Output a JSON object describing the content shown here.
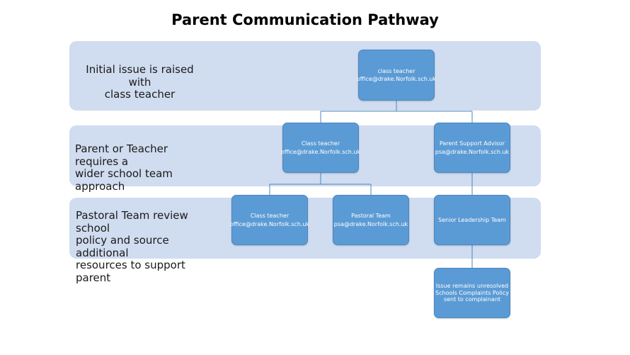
{
  "title": "Parent Communication Pathway",
  "bands": [
    {
      "lines": [
        "Initial issue is raised with",
        "class teacher"
      ]
    },
    {
      "lines": [
        "Parent or Teacher requires a",
        "wider school team approach"
      ]
    },
    {
      "lines": [
        "Pastoral Team review school",
        "policy and source additional",
        "resources to support parent"
      ]
    }
  ],
  "nodes": [
    {
      "lines": [
        "class teacher",
        "office@drake.Norfolk.sch.uk"
      ]
    },
    {
      "lines": [
        "Class teacher",
        "office@drake.Norfolk.sch.uk"
      ]
    },
    {
      "lines": [
        "Parent Support Advisor",
        "psa@drake.Norfolk.sch.uk"
      ]
    },
    {
      "lines": [
        "Class teacher",
        "office@drake.Norfolk.sch.uk"
      ]
    },
    {
      "lines": [
        "Pastoral Team",
        "psa@drake.Norfolk.sch.uk"
      ]
    },
    {
      "lines": [
        "Senior Leadership Team"
      ]
    },
    {
      "lines": [
        "Issue remains unresolved",
        "Schools Complaints Policy",
        "sent to complainant"
      ]
    }
  ],
  "colors": {
    "band": "#d0dcef",
    "node": "#5b9bd5",
    "node_border": "#4a86bf",
    "connector": "#4a86bf"
  }
}
